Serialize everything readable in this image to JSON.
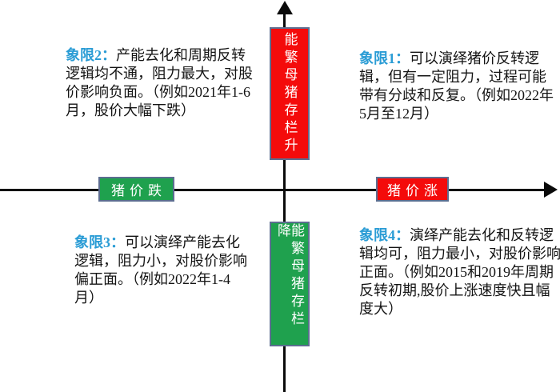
{
  "colors": {
    "red": "#f40b0b",
    "green": "#1fa14e",
    "box-border": "#5c6e90",
    "label-blue": "#2a9cd5",
    "axis-black": "#0a0a0a",
    "text-black": "#141414"
  },
  "axis_labels": {
    "top_box": "能繁母猪存栏升",
    "bottom_box": "能繁母猪存栏降",
    "left_box": "猪价跌",
    "right_box": "猪价涨"
  },
  "quadrants": {
    "q1": {
      "label": "象限1：",
      "text": "可以演绎猪价反转逻辑，但有一定阻力，过程可能带有分歧和反复。（例如2022年5月至12月）"
    },
    "q2": {
      "label": "象限2：",
      "text": "产能去化和周期反转逻辑均不通，阻力最大，对股价影响负面。（例如2021年1-6月，股价大幅下跌）"
    },
    "q3": {
      "label": "象限3：",
      "text": "可以演绎产能去化逻辑，阻力小，对股价影响偏正面。（例如2022年1-4月）"
    },
    "q4": {
      "label": "象限4：",
      "text": "演绎产能去化和反转逻辑均可，阻力最小，对股价影响正面。（例如2015和2019年周期反转初期,股价上涨速度快且幅度大）"
    }
  }
}
